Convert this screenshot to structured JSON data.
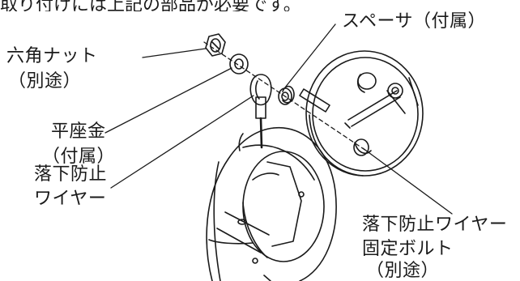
{
  "top_text": "取り付けには上記の部品が必要です。",
  "labels": {
    "hex_nut": "六角ナット",
    "hex_nut_note": "（別途）",
    "spacer": "スペーサ（付属）",
    "washer_line1": "平座金",
    "washer_line2": "（付属）",
    "wire_line1": "落下防止",
    "wire_line2": "ワイヤー",
    "bolt_line1": "落下防止ワイヤー",
    "bolt_line2": "固定ボルト",
    "bolt_line3": "（別途）"
  },
  "colors": {
    "line": "#1a1a1a",
    "background": "#ffffff"
  }
}
